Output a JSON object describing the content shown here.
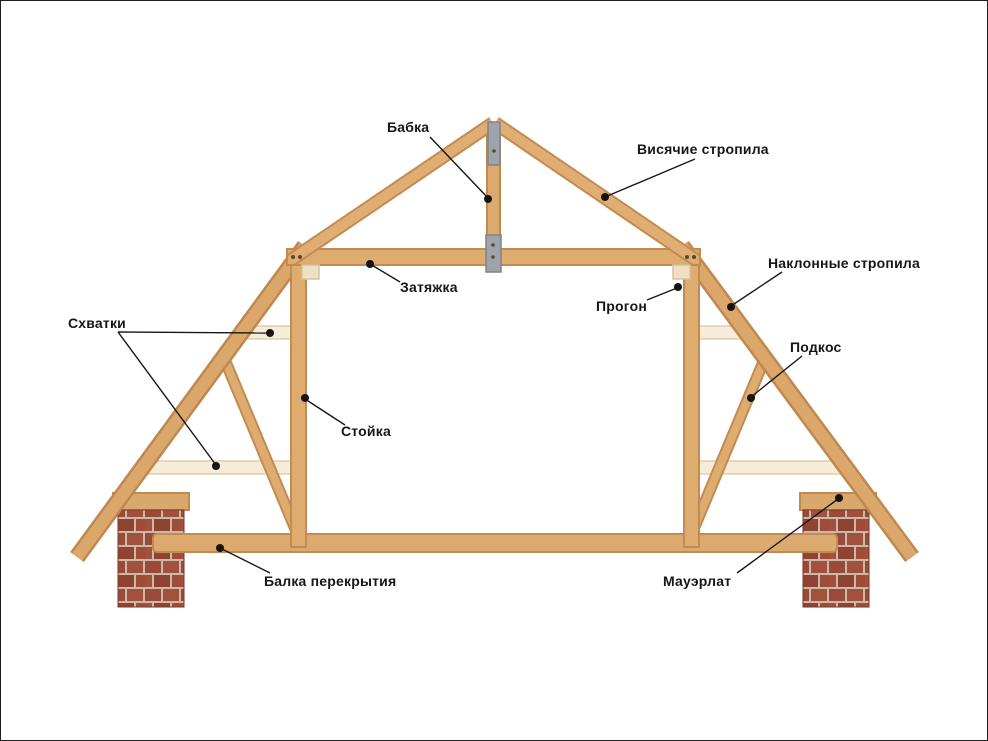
{
  "diagram": {
    "subject": "mansard-roof-truss-structure",
    "labels": {
      "babka": "Бабка",
      "visyachie_stropila": "Висячие стропила",
      "zatyazhka": "Затяжка",
      "progon": "Прогон",
      "naklonnye_stropila": "Наклонные стропила",
      "podkos": "Подкос",
      "skhvatki": "Схватки",
      "stoyka": "Стойка",
      "balka_perekrytiya": "Балка перекрытия",
      "mauerlat": "Мауэрлат"
    },
    "colors": {
      "wood_face": "#dfac70",
      "wood_edge": "#c28b52",
      "light_wood_face": "#f6ecd9",
      "light_wood_edge": "#e0cfae",
      "metal": "#9fa4aa",
      "brick": "#9a4a38",
      "mortar": "#cdb7a6",
      "leader": "#161616",
      "label_text": "#161616",
      "background": "#ffffff"
    }
  }
}
